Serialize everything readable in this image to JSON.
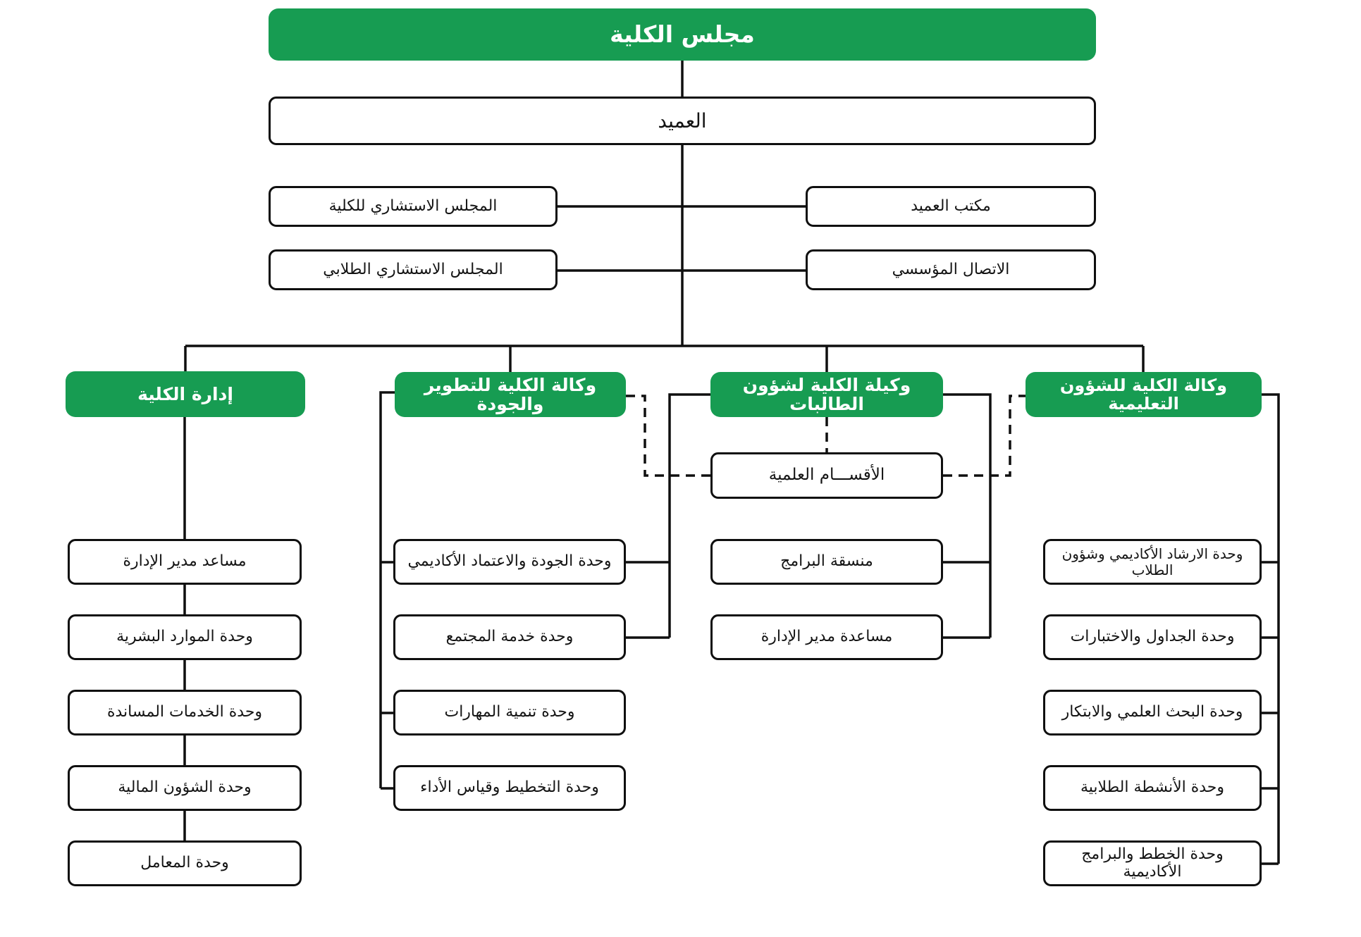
{
  "palette": {
    "green": "#179C52",
    "line": "#0F0F0F",
    "background": "#FFFFFF"
  },
  "root": {
    "label": "مجلس الكلية"
  },
  "dean": {
    "label": "العميد"
  },
  "council_left": [
    {
      "label": "المجلس الاستشاري للكلية"
    },
    {
      "label": "المجلس الاستشاري الطلابي"
    }
  ],
  "council_right": [
    {
      "label": "مكتب العميد"
    },
    {
      "label": "الاتصال المؤسسي"
    }
  ],
  "departments": {
    "label": "الأقســـام العلمية"
  },
  "branches": [
    {
      "label": "إدارة الكلية",
      "children": [
        {
          "label": "مساعد مدير الإدارة"
        },
        {
          "label": "وحدة الموارد البشرية"
        },
        {
          "label": "وحدة الخدمات المساندة"
        },
        {
          "label": "وحدة الشؤون المالية"
        },
        {
          "label": "وحدة المعامل"
        }
      ]
    },
    {
      "label": "وكالة الكلية للتطوير والجودة",
      "children": [
        {
          "label": "وحدة الجودة والاعتماد الأكاديمي"
        },
        {
          "label": "وحدة خدمة المجتمع"
        },
        {
          "label": "وحدة تنمية المهارات"
        },
        {
          "label": "وحدة التخطيط وقياس الأداء"
        }
      ]
    },
    {
      "label": "وكيلة الكلية لشؤون الطالبات",
      "children": [
        {
          "label": "منسقة البرامج"
        },
        {
          "label": "مساعدة مدير الإدارة"
        }
      ]
    },
    {
      "label": "وكالة الكلية للشؤون التعليمية",
      "children": [
        {
          "label": "وحدة الارشاد الأكاديمي وشؤون الطلاب"
        },
        {
          "label": "وحدة الجداول والاختبارات"
        },
        {
          "label": "وحدة البحث العلمي والابتكار"
        },
        {
          "label": "وحدة الأنشطة الطلابية"
        },
        {
          "label": "وحدة الخطط والبرامج الأكاديمية"
        }
      ]
    }
  ]
}
